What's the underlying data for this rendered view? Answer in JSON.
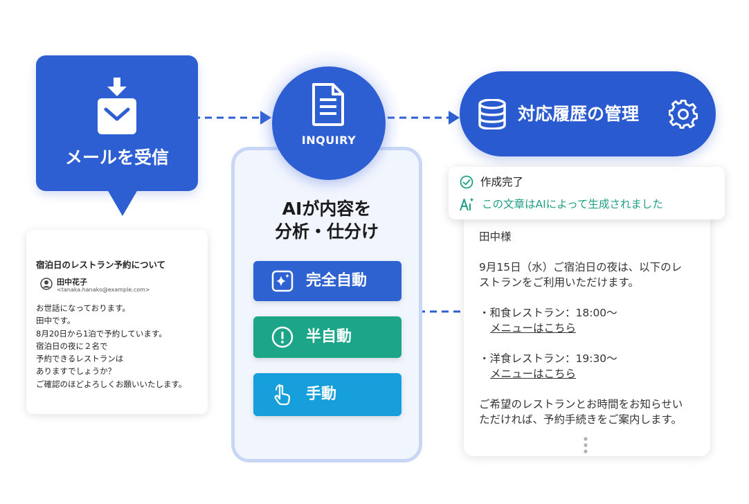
{
  "receive": {
    "label": "メールを受信"
  },
  "email": {
    "subject": "宿泊日のレストラン予約について",
    "sender_name": "田中花子",
    "sender_address": "<tanaka.hanako@example.com>",
    "body_lines": [
      "お世話になっております。",
      "田中です。",
      "8月20日から1泊で予約しています。",
      "宿泊日の夜に２名で",
      "予約できるレストランは",
      "ありますでしょうか？",
      "ご確認のほどよろしくお願いいたします。"
    ]
  },
  "center": {
    "circle_label": "INQUIRY",
    "title_line1": "AIが内容を",
    "title_line2": "分析・仕分け",
    "modes": [
      {
        "label": "完全自動",
        "icon": "sparkle-icon",
        "color": "#2e62d1"
      },
      {
        "label": "半自動",
        "icon": "exclamation-icon",
        "color": "#1ca589"
      },
      {
        "label": "手動",
        "icon": "hand-pointer-icon",
        "color": "#169fdb"
      }
    ]
  },
  "history": {
    "label": "対応履歴の管理"
  },
  "status": {
    "done_label": "作成完了",
    "ai_note": "この文章はAIによって生成されました"
  },
  "reply": {
    "greeting": "田中様",
    "intro_line1": "9月15日（水）ご宿泊日の夜は、以下のレ",
    "intro_line2": "ストランをご利用いただけます。",
    "item1": "・和食レストラン：18:00〜",
    "item1_link": "メニューはこちら",
    "item2": "・洋食レストラン：19:30〜",
    "item2_link": "メニューはこちら",
    "closing_line1": "ご希望のレストランとお時間をお知らせい",
    "closing_line2": "ただければ、予約手続きをご案内します。"
  },
  "colors": {
    "primary_blue": "#2d5fd3",
    "green": "#1ca589",
    "light_blue": "#169fdb",
    "ai_text_green": "#1ea085",
    "panel_border": "#c9d7f7"
  }
}
